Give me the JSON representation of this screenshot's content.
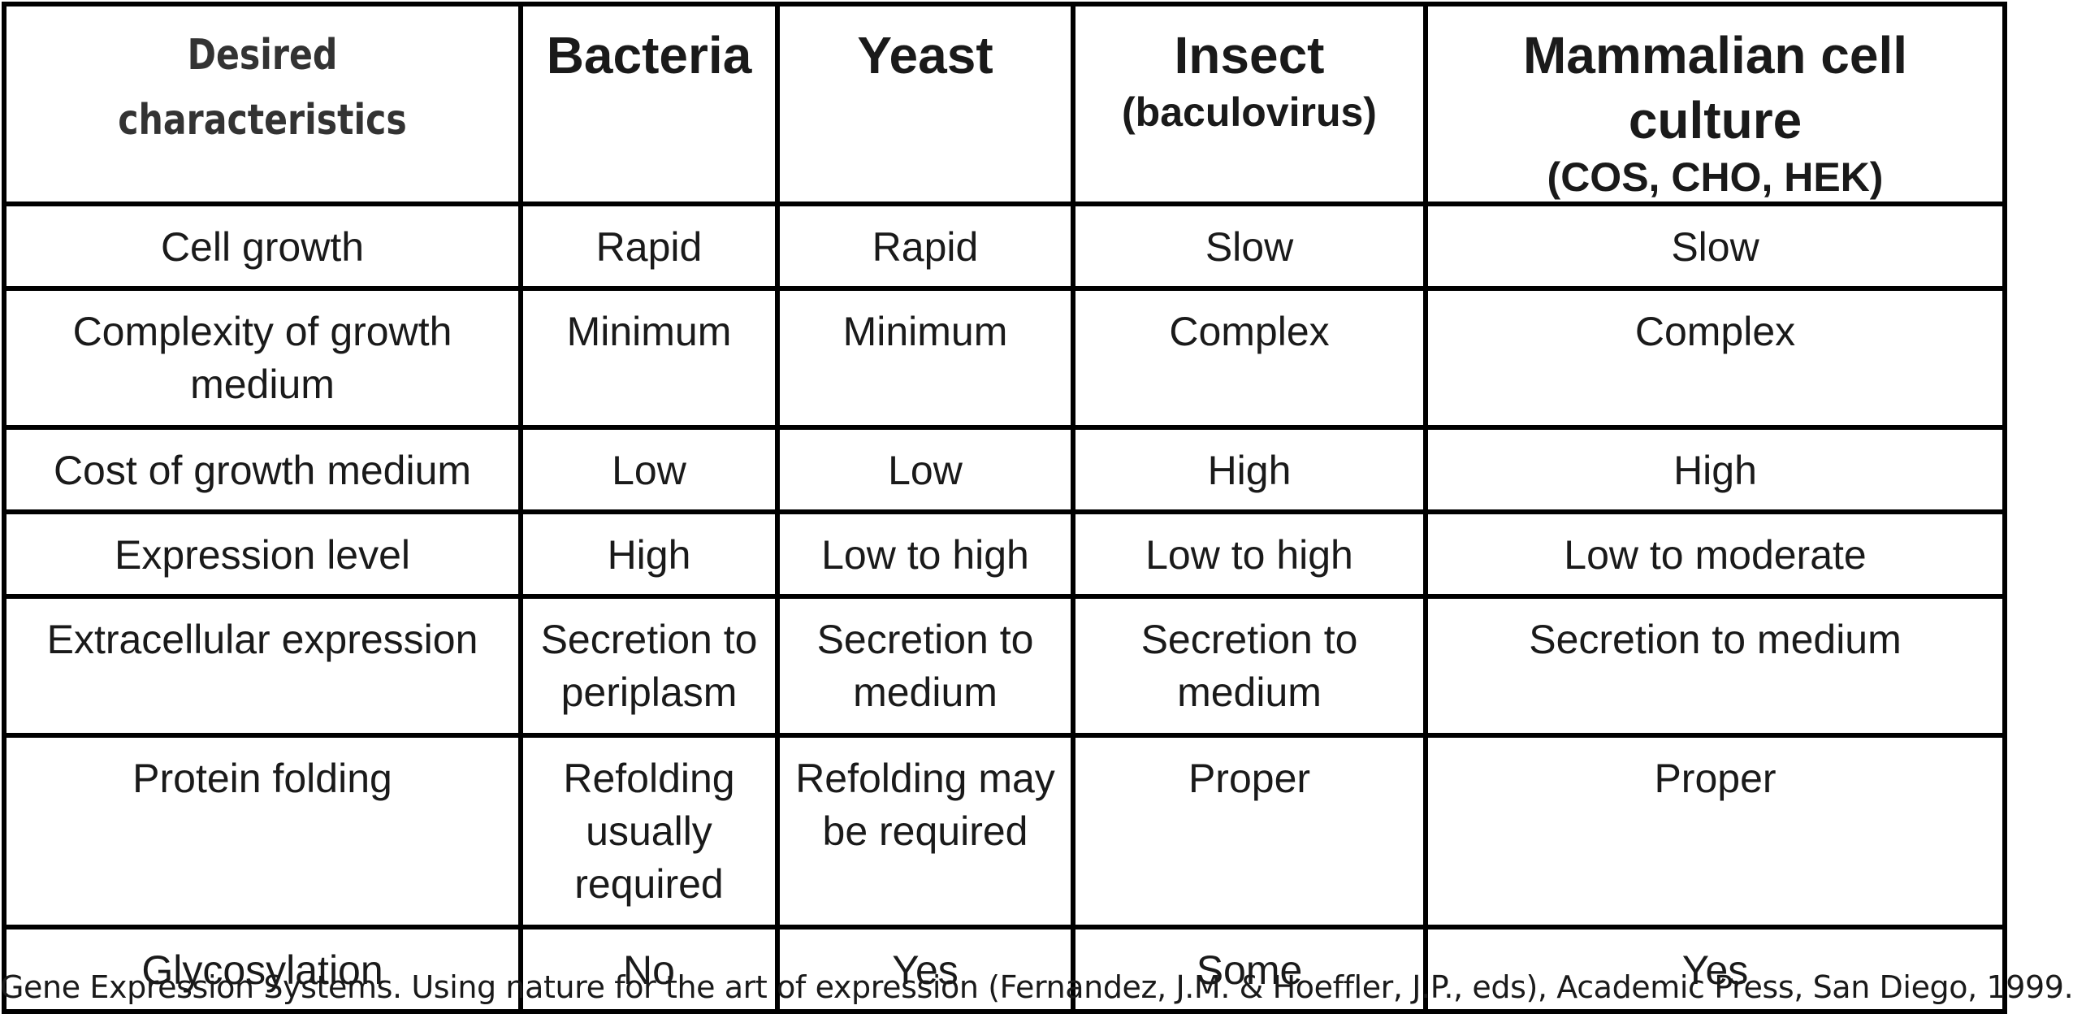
{
  "table": {
    "headers": [
      {
        "main": "Desired characteristics",
        "sub": ""
      },
      {
        "main": "Bacteria",
        "sub": ""
      },
      {
        "main": "Yeast",
        "sub": ""
      },
      {
        "main": "Insect",
        "sub": "(baculovirus)"
      },
      {
        "main": "Mammalian cell culture",
        "sub": "(COS, CHO, HEK)"
      }
    ],
    "rows": [
      [
        "Cell growth",
        "Rapid",
        "Rapid",
        "Slow",
        "Slow"
      ],
      [
        "Complexity of growth medium",
        "Minimum",
        "Minimum",
        "Complex",
        "Complex"
      ],
      [
        "Cost of growth medium",
        "Low",
        "Low",
        "High",
        "High"
      ],
      [
        "Expression level",
        "High",
        "Low to high",
        "Low to high",
        "Low to moderate"
      ],
      [
        "Extracellular expression",
        "Secretion to periplasm",
        "Secretion to medium",
        "Secretion to medium",
        "Secretion to medium"
      ],
      [
        "Protein folding",
        "Refolding usually required",
        "Refolding may be required",
        "Proper",
        "Proper"
      ],
      [
        "Glycosylation",
        "No",
        "Yes",
        "Some",
        "Yes"
      ]
    ]
  },
  "citation": "Gene Expression Systems. Using nature for the art of expression (Fernandez, J.M. & Hoeffler, J.P., eds), Academic Press, San Diego, 1999."
}
